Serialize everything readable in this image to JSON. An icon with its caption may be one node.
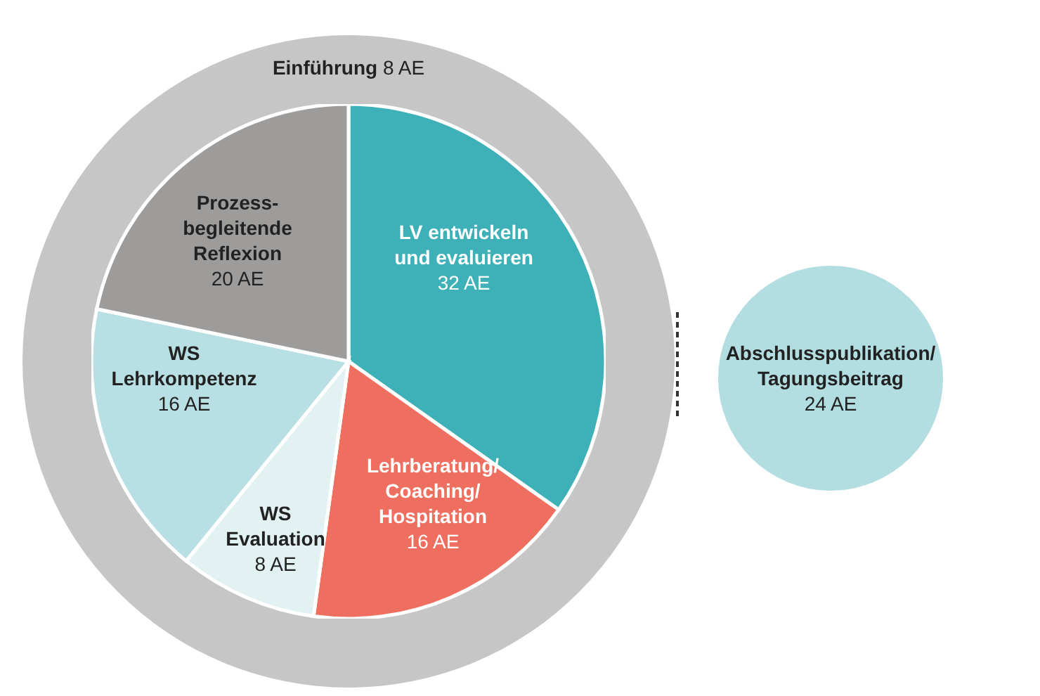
{
  "diagram": {
    "nodes": [
      {
        "text": [
          "**Einführung** 8 AE"
        ]
      },
      {
        "text": [
          "Abschlusspublikation/ Tagungsbeitrag",
          "24 AE"
        ]
      }
    ],
    "edges": [],
    "chart_data": {
      "type": "pie",
      "categories": [
        "LV entwickeln und evaluieren",
        "Lehrberatung/ Coaching/ Hospitation",
        "WS Evaluation",
        "WS Lehrkompetenz",
        "Prozess- begleitende Reflexion"
      ],
      "values": [
        32,
        16,
        8,
        16,
        20
      ],
      "colors": [
        "#3db1b7",
        "#ee6f5f",
        "#e2f1f2",
        "#b8dfe3",
        "#9d9c9b"
      ],
      "value_labels": [
        "32 AE",
        "16 AE",
        "8 AE",
        "16 AE",
        "20 AE"
      ]
    }
  }
}
